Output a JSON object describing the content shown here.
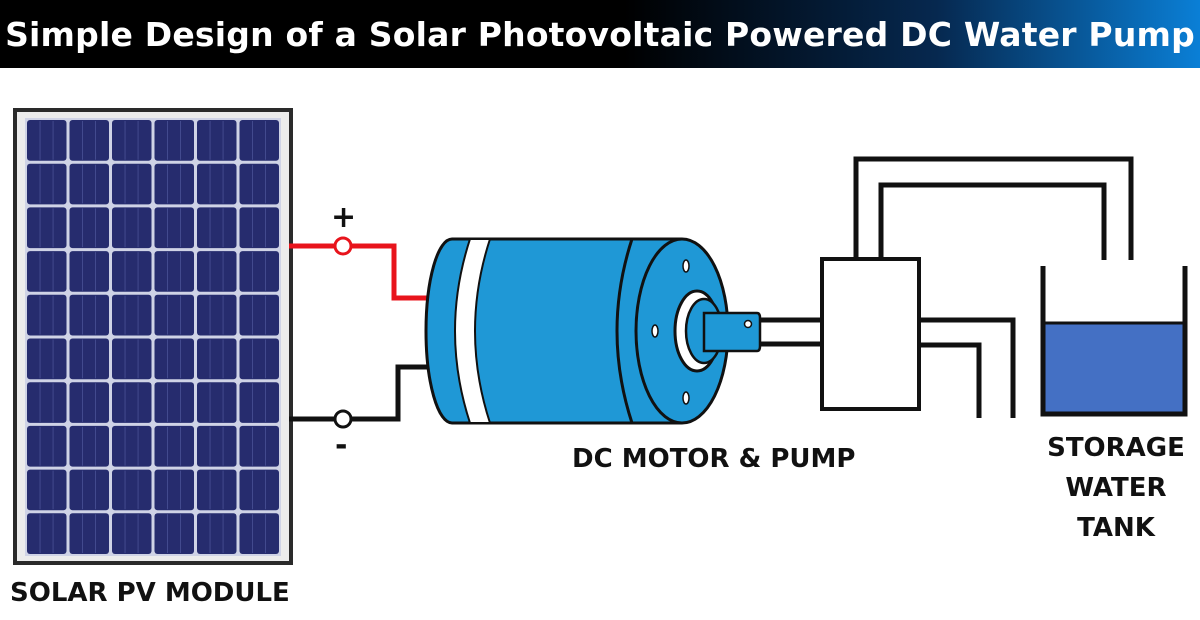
{
  "title": "Simple Design of a Solar Photovoltaic Powered DC Water Pump",
  "labels": {
    "solar_pv_module": "SOLAR PV MODULE",
    "dc_motor_pump": "DC MOTOR & PUMP",
    "storage_water_tank": "STORAGE WATER TANK",
    "positive_terminal": "+",
    "negative_terminal": "-"
  },
  "colors": {
    "positive_wire": "#e8141c",
    "negative_wire": "#111111",
    "motor_blue": "#1f98d6",
    "panel_cell": "#262c6e",
    "water": "#4470c4"
  },
  "panel": {
    "cell_rows": 10,
    "cell_cols": 6
  }
}
